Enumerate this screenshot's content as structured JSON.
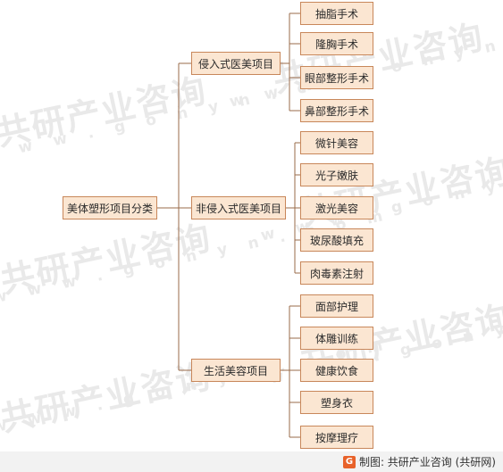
{
  "root": {
    "label": "美体塑形项目分类"
  },
  "categories": [
    {
      "label": "侵入式医美项目",
      "items": [
        "抽脂手术",
        "隆胸手术",
        "眼部整形手术",
        "鼻部整形手术"
      ]
    },
    {
      "label": "非侵入式医美项目",
      "items": [
        "微针美容",
        "光子嫩肤",
        "激光美容",
        "玻尿酸填充",
        "肉毒素注射"
      ]
    },
    {
      "label": "生活美容项目",
      "items": [
        "面部护理",
        "体雕训练",
        "健康饮食",
        "塑身衣",
        "按摩理疗"
      ]
    }
  ],
  "watermark": {
    "cn": "共研产业咨询",
    "en": "w w w . g o n y n . c o m"
  },
  "footer": {
    "text": "制图: 共研产业咨询 (共研网)",
    "logo_icon": "gonyn-logo-icon"
  },
  "colors": {
    "box_fill": "#fbe6d2",
    "box_border": "#c8875a",
    "line": "#9a6b4a"
  }
}
